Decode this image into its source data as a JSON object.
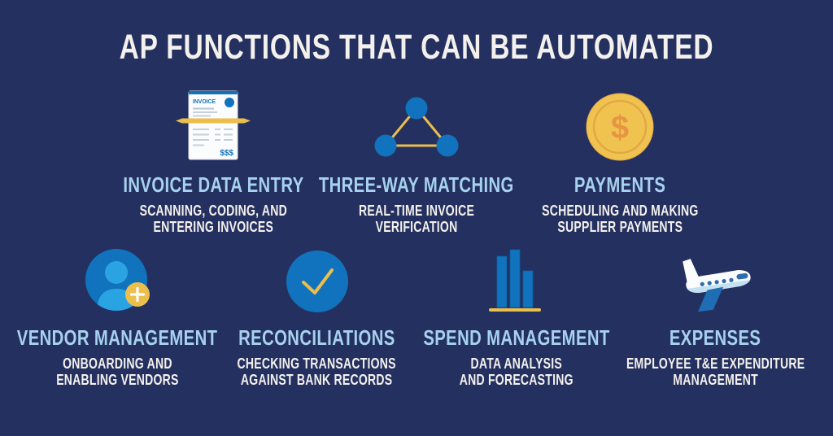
{
  "title": "AP FUNCTIONS THAT CAN BE AUTOMATED",
  "colors": {
    "background": "#243060",
    "heading_blue": "#a7d2ee",
    "text_white": "#f4f1ec",
    "icon_blue": "#1173bd",
    "icon_light_blue": "#2aa3e3",
    "gold": "#ecbe4c",
    "coin_fill": "#f0c351",
    "coin_ring": "#e2a843",
    "dollar_orange": "#e79543",
    "paper_white": "#fbfcfd",
    "wing_blue": "#1f6db5",
    "window_blue": "#2e6cae"
  },
  "items": [
    {
      "heading": "INVOICE DATA ENTRY",
      "desc_line1": "SCANNING, CODING, AND",
      "desc_line2": "ENTERING INVOICES"
    },
    {
      "heading": "THREE-WAY MATCHING",
      "desc_line1": "REAL-TIME INVOICE",
      "desc_line2": "VERIFICATION"
    },
    {
      "heading": "PAYMENTS",
      "desc_line1": "SCHEDULING AND MAKING",
      "desc_line2": "SUPPLIER PAYMENTS"
    },
    {
      "heading": "VENDOR MANAGEMENT",
      "desc_line1": "ONBOARDING AND",
      "desc_line2": "ENABLING VENDORS"
    },
    {
      "heading": "RECONCILIATIONS",
      "desc_line1": "CHECKING TRANSACTIONS",
      "desc_line2": "AGAINST BANK RECORDS"
    },
    {
      "heading": "SPEND MANAGEMENT",
      "desc_line1": "DATA ANALYSIS",
      "desc_line2": "AND FORECASTING"
    },
    {
      "heading": "EXPENSES",
      "desc_line1": "EMPLOYEE T&E EXPENDITURE",
      "desc_line2": "MANAGEMENT"
    }
  ],
  "icon_text": {
    "invoice_label": "INVOICE",
    "invoice_amount": "$$$",
    "coin_symbol": "$"
  }
}
